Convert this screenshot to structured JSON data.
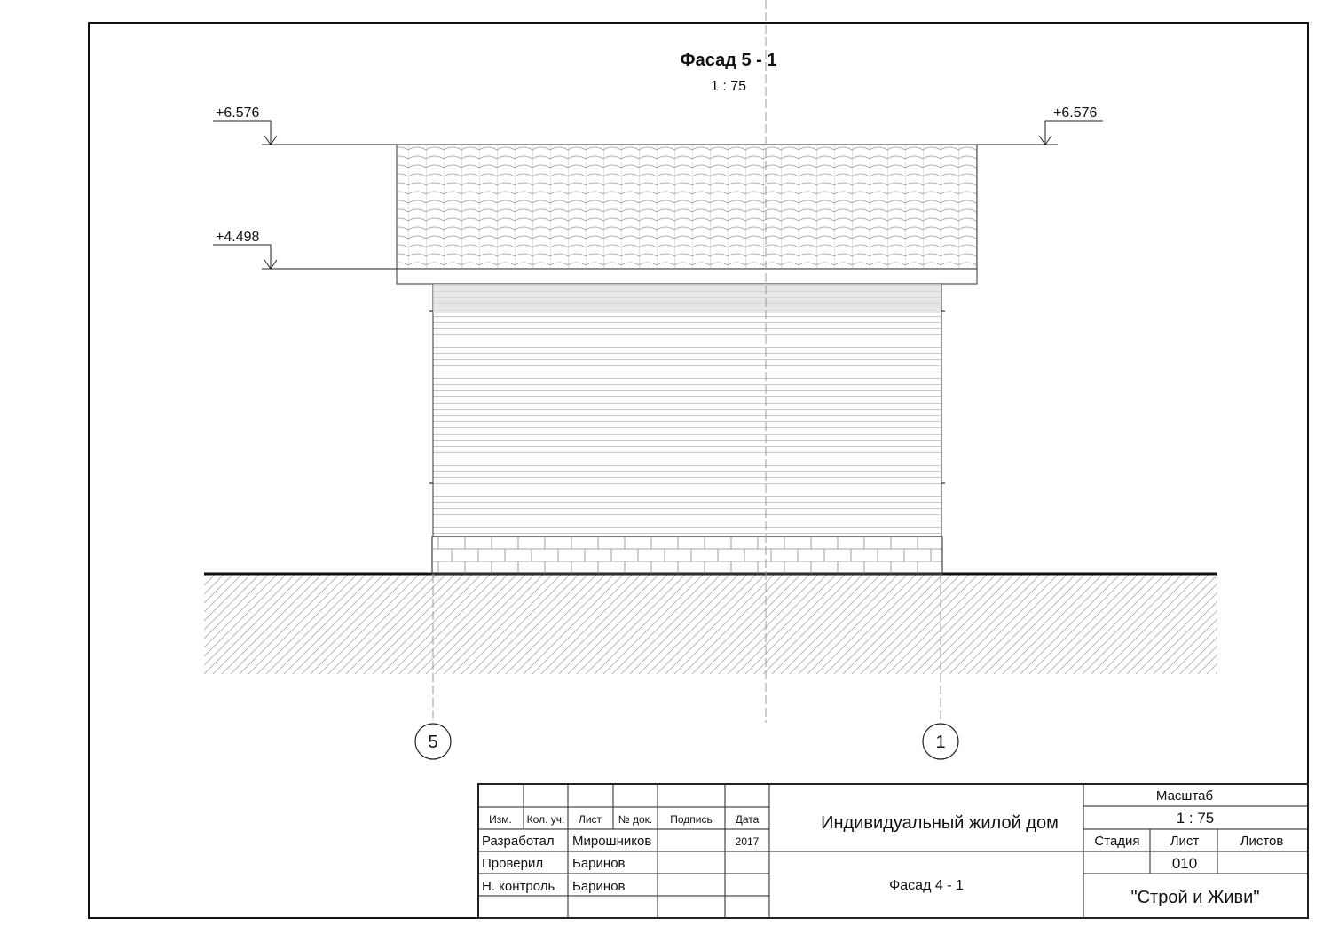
{
  "drawing": {
    "title": "Фасад 5 - 1",
    "scale": "1 : 75",
    "levels": {
      "top_left": "+6.576",
      "top_right": "+6.576",
      "eave_left": "+4.498"
    },
    "axes": {
      "left": "5",
      "right": "1"
    }
  },
  "title_block": {
    "headers": {
      "izm": "Изм.",
      "kol_uch": "Кол. уч.",
      "list": "Лист",
      "doc_no": "№ док.",
      "signature": "Подпись",
      "date": "Дата"
    },
    "rows": [
      {
        "role": "Разработал",
        "name": "Мирошников",
        "date": "2017"
      },
      {
        "role": "Проверил",
        "name": "Баринов",
        "date": ""
      },
      {
        "role": "Н. контроль",
        "name": "Баринов",
        "date": ""
      }
    ],
    "project": "Индивидуальный жилой дом",
    "sheet_name": "Фасад 4 - 1",
    "scale_label": "Масштаб",
    "scale_value": "1 : 75",
    "stage_label": "Стадия",
    "sheet_label": "Лист",
    "sheets_label": "Листов",
    "stage_value": "",
    "sheet_value": "010",
    "sheets_value": "",
    "company": "\"Строй и Живи\""
  }
}
